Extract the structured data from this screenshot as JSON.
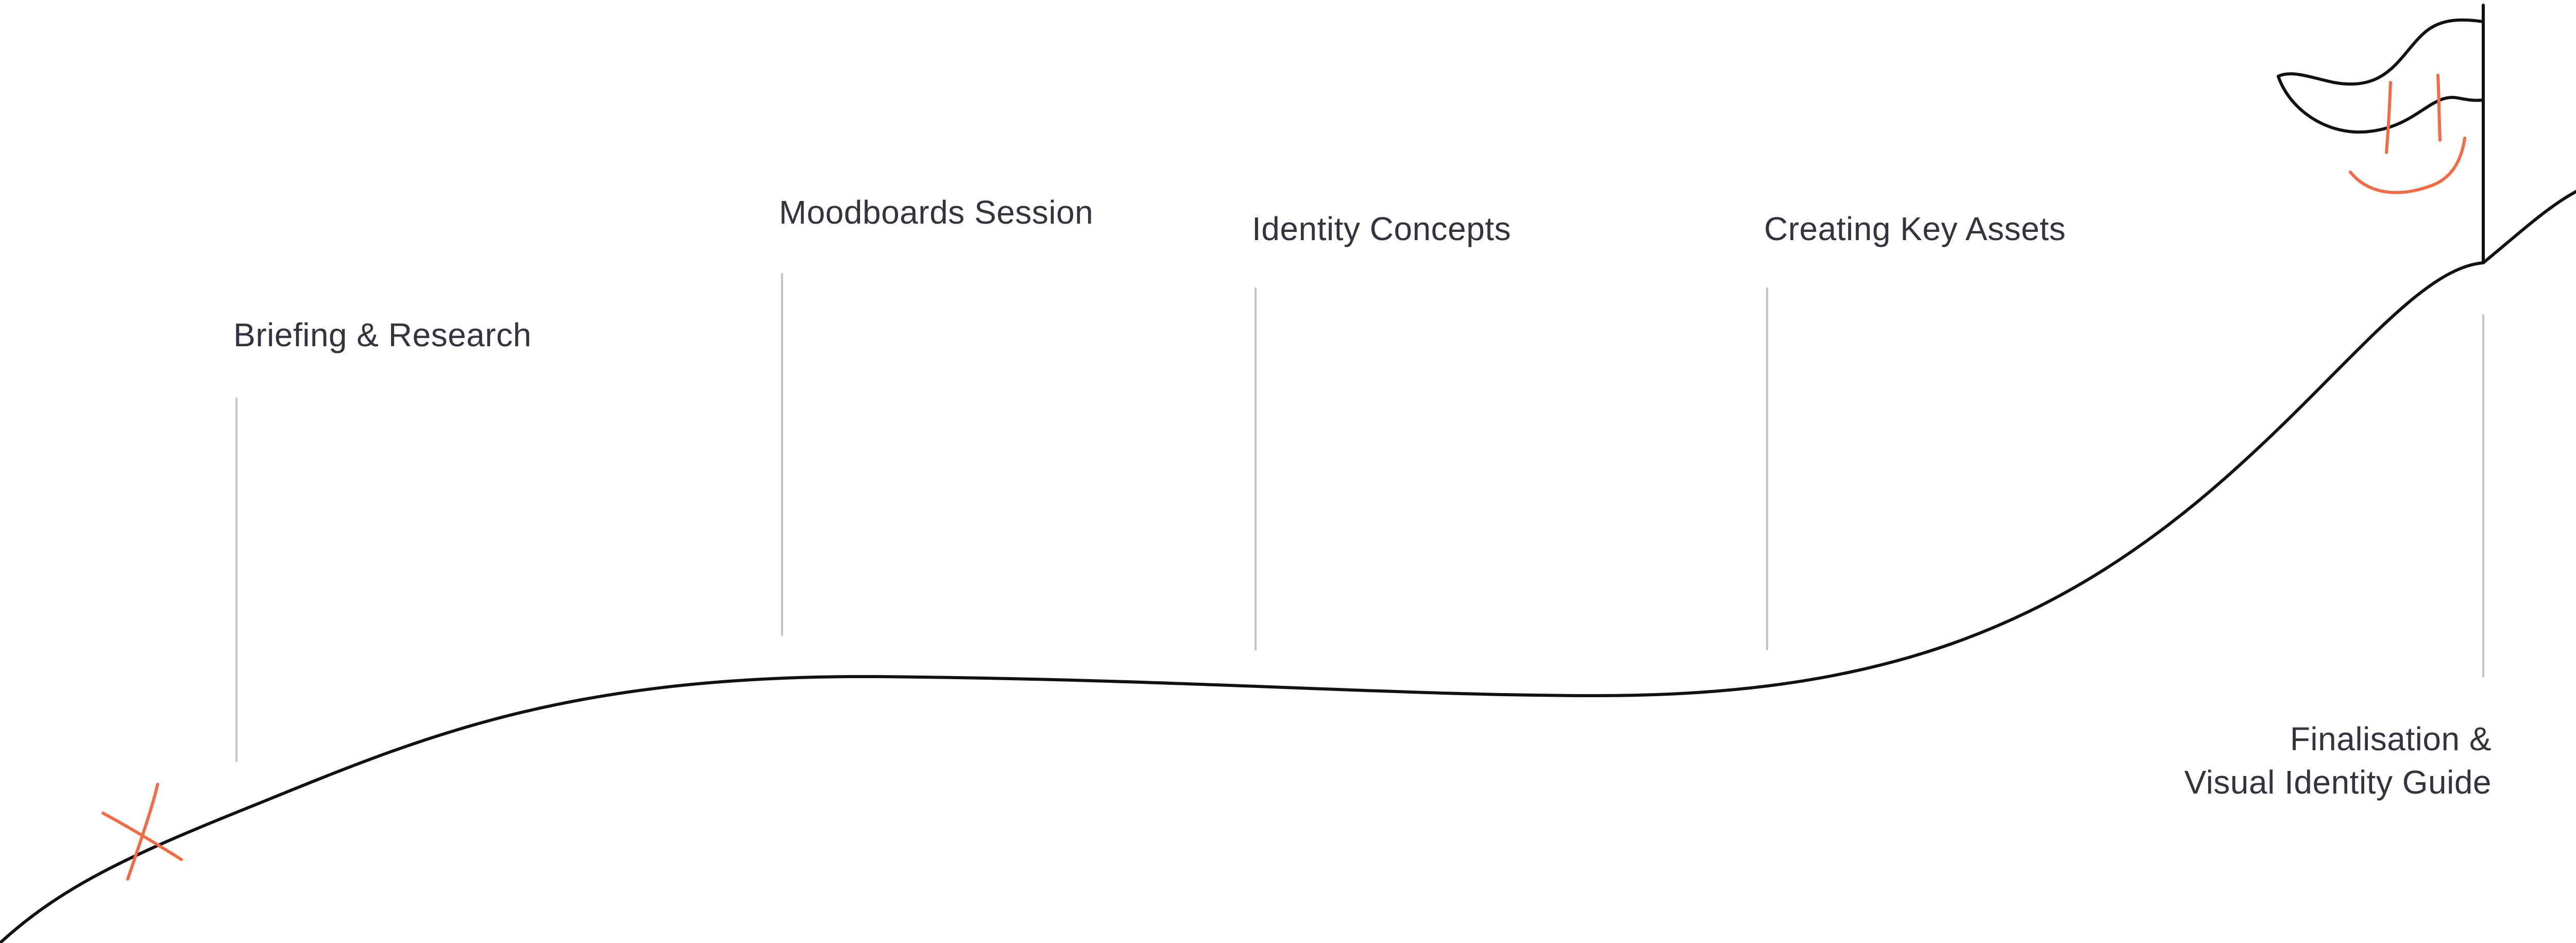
{
  "stages": [
    {
      "label": "Briefing & Research"
    },
    {
      "label": "Moodboards Session"
    },
    {
      "label": "Identity Concepts"
    },
    {
      "label": "Creating Key Assets"
    },
    {
      "label_line1": "Finalisation &",
      "label_line2": "Visual Identity Guide"
    }
  ],
  "colors": {
    "text": "#33343d",
    "path": "#111111",
    "connector": "#c4c4c4",
    "accent": "#f26b45"
  },
  "icons": {
    "start": "start-x-mark-icon",
    "finish": "finish-flag-icon"
  }
}
